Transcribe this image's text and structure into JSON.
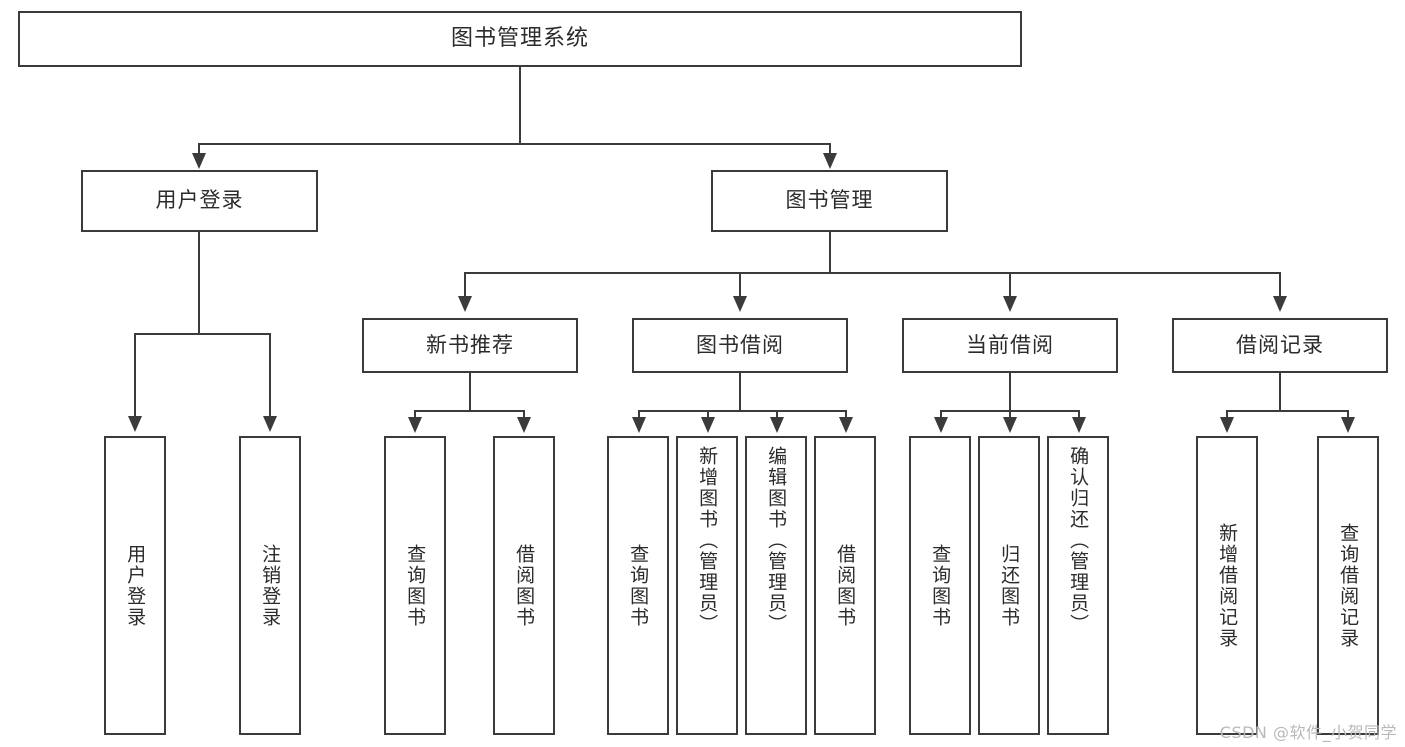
{
  "diagram": {
    "type": "tree",
    "title": "图书管理系统",
    "watermark": "CSDN @软件_小贺同学",
    "colors": {
      "box_border": "#3b3b3b",
      "box_fill": "#ffffff",
      "text": "#2b2b2b",
      "connector": "#3b3b3b",
      "watermark": "#b9b9b9",
      "background": "#ffffff"
    },
    "levels": {
      "root": {
        "label": "图书管理系统"
      },
      "level2": [
        {
          "label": "用户登录"
        },
        {
          "label": "图书管理"
        }
      ],
      "level3": [
        {
          "label": "新书推荐"
        },
        {
          "label": "图书借阅"
        },
        {
          "label": "当前借阅"
        },
        {
          "label": "借阅记录"
        }
      ],
      "leaves": {
        "user_login": [
          {
            "label": "用户登录"
          },
          {
            "label": "注销登录"
          }
        ],
        "new_book_recommend": [
          {
            "label": "查询图书"
          },
          {
            "label": "借阅图书"
          }
        ],
        "book_borrow": [
          {
            "label": "查询图书"
          },
          {
            "label": "新增图书（管理员）"
          },
          {
            "label": "编辑图书（管理员）"
          },
          {
            "label": "借阅图书"
          }
        ],
        "current_borrow": [
          {
            "label": "查询图书"
          },
          {
            "label": "归还图书"
          },
          {
            "label": "确认归还（管理员）"
          }
        ],
        "borrow_record": [
          {
            "label": "新增借阅记录"
          },
          {
            "label": "查询借阅记录"
          }
        ]
      }
    }
  }
}
